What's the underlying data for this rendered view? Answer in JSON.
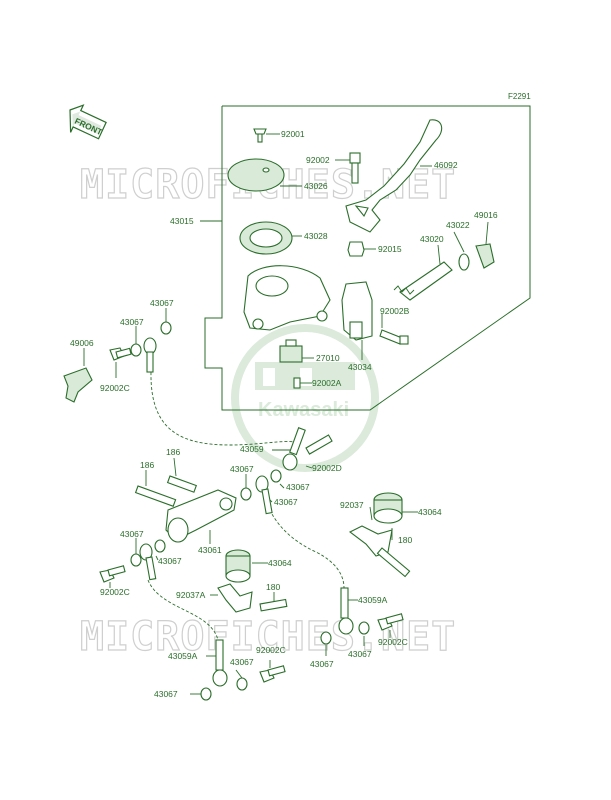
{
  "diagram": {
    "figure_ref": "F2291",
    "front_label": "FRONT",
    "watermark_top": "MICROFICHES.NET",
    "watermark_bottom": "MICROFICHES.NET",
    "logo_text": "Kawasaki",
    "labels": {
      "p92001": "92001",
      "p92002_a": "92002",
      "p46092": "46092",
      "p43026": "43026",
      "p43015": "43015",
      "p43028": "43028",
      "p92015": "92015",
      "p43022": "43022",
      "p49016": "49016",
      "p43020": "43020",
      "p92002B": "92002B",
      "p43067_a": "43067",
      "p43067_b": "43067",
      "p49006": "49006",
      "p27010": "27010",
      "p43034": "43034",
      "p92002A": "92002A",
      "p92002C_a": "92002C",
      "p43059": "43059",
      "p186_a": "186",
      "p186_b": "186",
      "p43067_c": "43067",
      "p92002D": "92002D",
      "p43067_d": "43067",
      "p43067_e": "43067",
      "p92037": "92037",
      "p43064_a": "43064",
      "p43061": "43061",
      "p43067_f": "43067",
      "p43067_g": "43067",
      "p180_a": "180",
      "p92002C_b": "92002C",
      "p43064_b": "43064",
      "p92037A": "92037A",
      "p180_b": "180",
      "p43059A_a": "43059A",
      "p92002C_c": "92002C",
      "p92002C_d": "92002C",
      "p43059A_b": "43059A",
      "p43067_h": "43067",
      "p43067_i": "43067",
      "p43067_j": "43067",
      "p43067_k": "43067"
    }
  }
}
